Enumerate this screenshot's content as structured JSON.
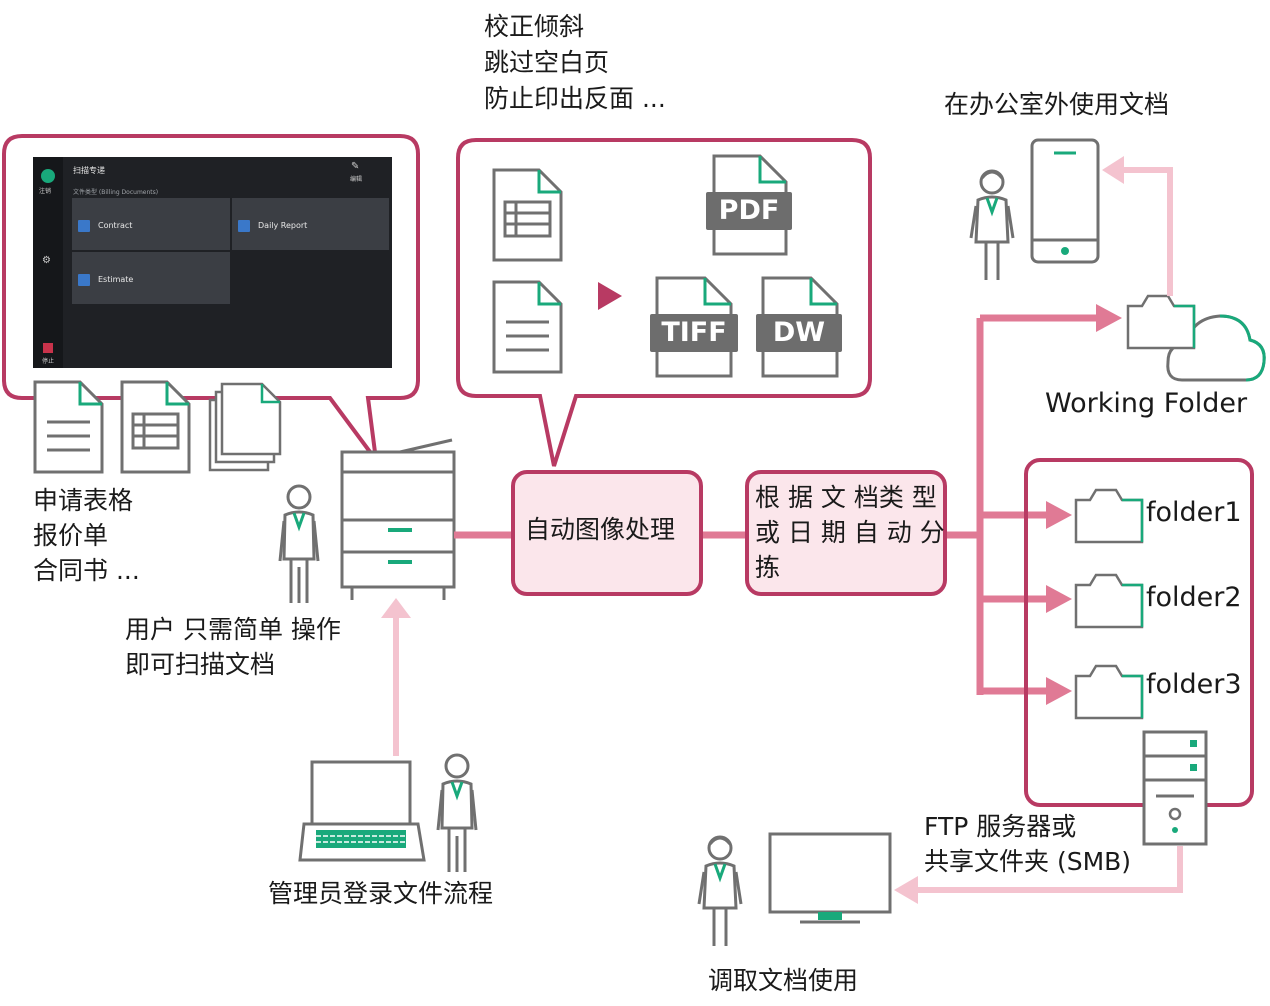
{
  "callout_processing": [
    "校正倾斜",
    "跳过空白页",
    "防止印出反面 ..."
  ],
  "file_formats": [
    "PDF",
    "TIFF",
    "DW"
  ],
  "outside_office": "在办公室外使用文档",
  "working_folder": "Working Folder",
  "source_documents": [
    "申请表格",
    "报价单",
    "合同书 ..."
  ],
  "user_caption": [
    "用户 只需简单 操作",
    "即可扫描文档"
  ],
  "auto_image_processing": "自动图像处理",
  "auto_sort": [
    "根 据 文 档类 型",
    "或 日 期 自 动 分",
    "拣"
  ],
  "folders": [
    "folder1",
    "folder2",
    "folder3"
  ],
  "server_caption": [
    "FTP 服务器或",
    "共享文件夹 (SMB)"
  ],
  "admin_caption": "管理员登录文件流程",
  "retrieve_caption": "调取文档使用",
  "screen": {
    "title": "扫描专递",
    "subtitle": "文件类型 (Billing Documents)",
    "user_label": "注销",
    "edit_label": "编辑",
    "stop_label": "停止",
    "tiles": [
      "Contract",
      "Daily Report",
      "Estimate"
    ]
  },
  "colors": {
    "accent": "#b83a63",
    "accent_light": "#f4c3cf",
    "arrow_pink": "#e07a95",
    "green": "#19a97b",
    "gray": "#6d6d6d"
  }
}
